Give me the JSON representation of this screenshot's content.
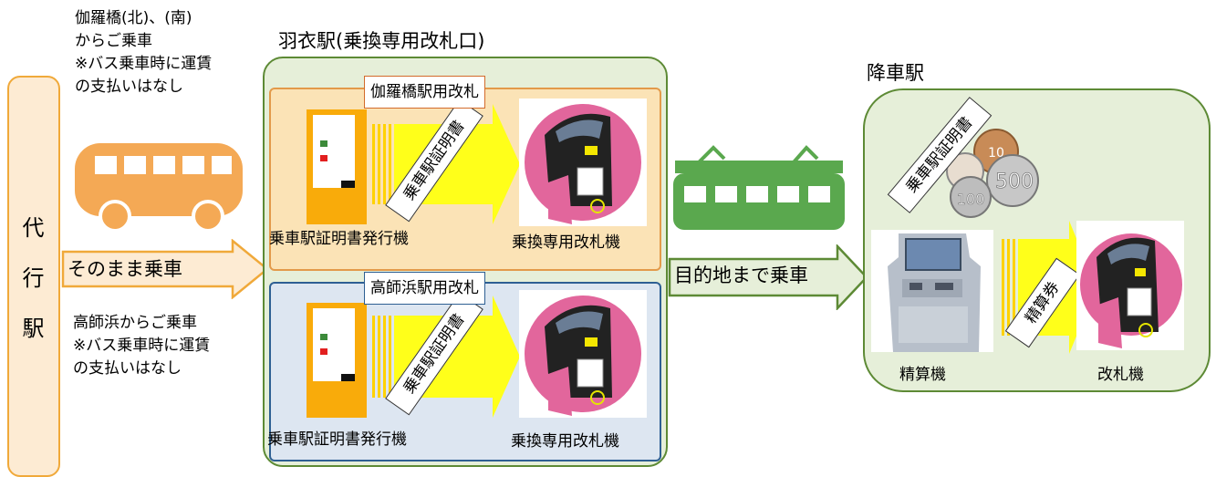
{
  "left": {
    "station_chars": [
      "代",
      "行",
      "駅"
    ],
    "top_note": [
      "伽羅橋(北)、(南)",
      "からご乗車",
      "※バス乗車時に運賃",
      "の支払いはなし"
    ],
    "bottom_note": [
      "高師浜からご乗車",
      "※バス乗車時に運賃",
      "の支払いはなし"
    ],
    "arrow_label": "そのまま乗車",
    "bus_icon": "bus-icon"
  },
  "hagoromo": {
    "title": "羽衣駅(乗換専用改札口)",
    "upper": {
      "label": "伽羅橋駅用改札",
      "issuer_label": "乗車駅証明書発行機",
      "gate_label": "乗換専用改札機",
      "cert_text": "乗車駅証明書"
    },
    "lower": {
      "label": "高師浜駅用改札",
      "issuer_label": "乗車駅証明書発行機",
      "gate_label": "乗換専用改札機",
      "cert_text": "乗車駅証明書"
    }
  },
  "middle": {
    "train_icon": "train-icon",
    "arrow_label": "目的地まで乗車"
  },
  "destination": {
    "title": "降車駅",
    "cert_text": "乗車駅証明書",
    "coins": [
      "10",
      "500",
      "100"
    ],
    "ticket_text": "精算券",
    "machine_label": "精算機",
    "gate_label": "改札機"
  },
  "colors": {
    "orange": "#f0a93a",
    "orange_fill": "#fdebd3",
    "green_border": "#5d8a35",
    "green_fill": "#e6efd9",
    "train_green": "#5aa84e",
    "bus_orange": "#f4a955",
    "blue_border": "#2e5f93",
    "blue_fill": "#dde6f1",
    "yellow": "#ffff1a",
    "gate_pink": "#e2669c"
  }
}
